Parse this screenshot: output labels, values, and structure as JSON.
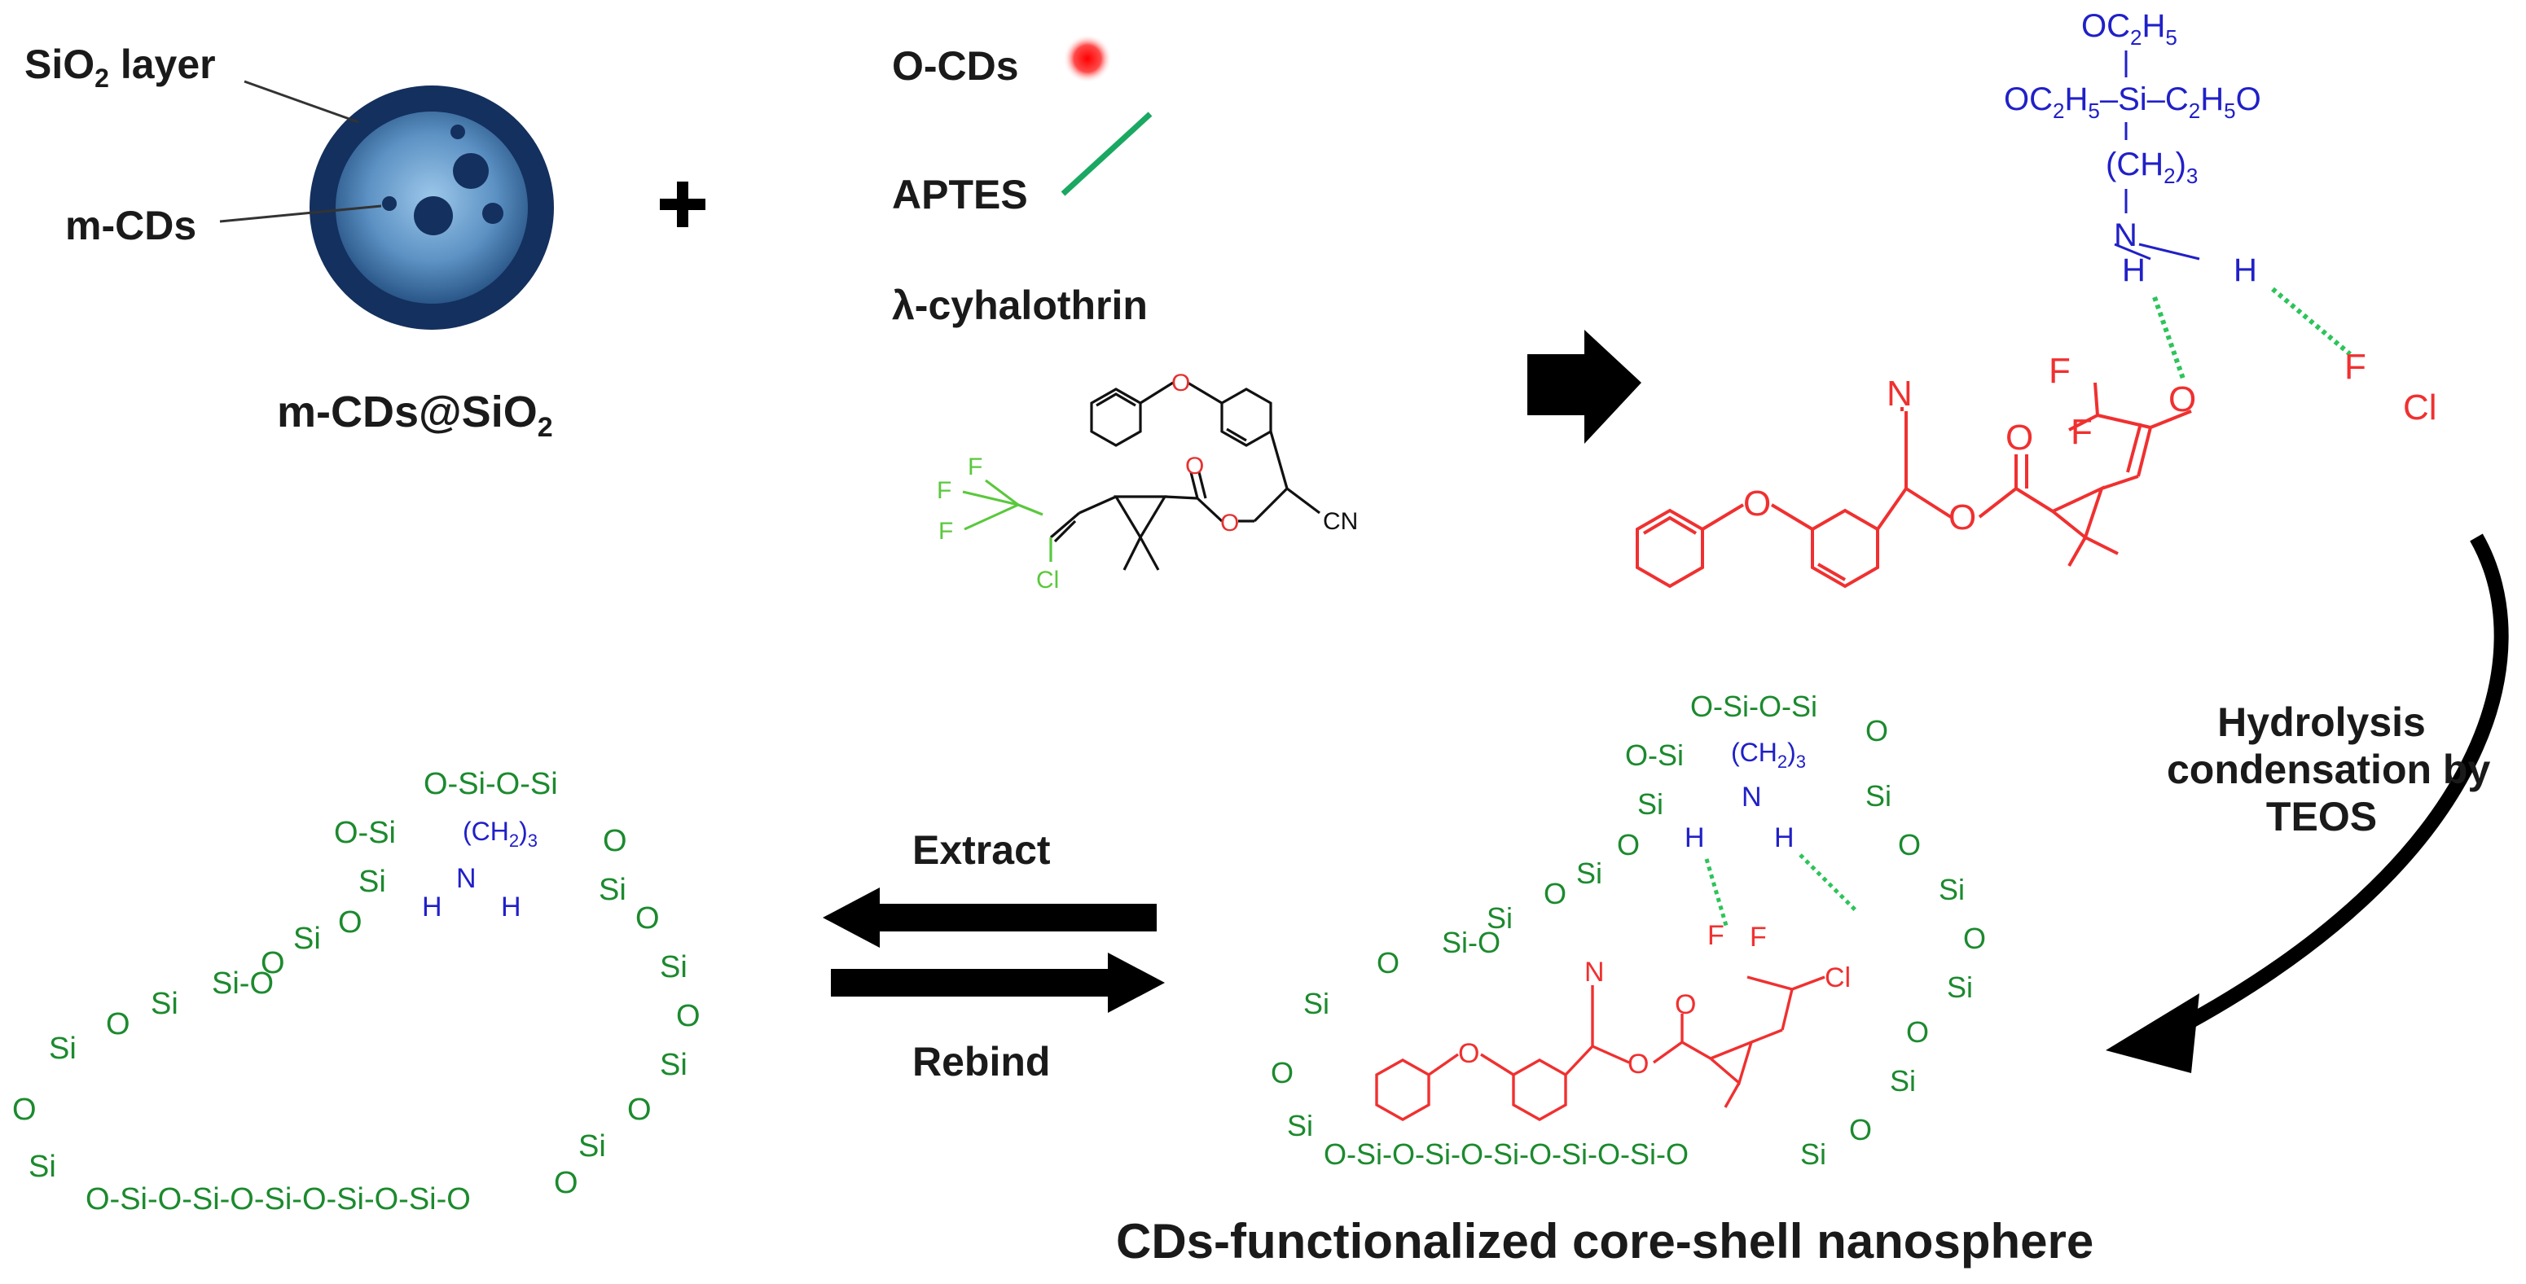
{
  "labels": {
    "sio2_layer": "SiO",
    "sio2_layer_sub": "2",
    "sio2_layer_rest": " layer",
    "mcds": "m-CDs",
    "mcds_sio2": "m-CDs@SiO",
    "mcds_sio2_sub": "2",
    "ocds": "O-CDs",
    "aptes": "APTES",
    "cyhalothrin": "λ-cyhalothrin",
    "hydrolysis_line1": "Hydrolysis",
    "hydrolysis_line2": "condensation by",
    "hydrolysis_line3": "TEOS",
    "extract": "Extract",
    "rebind": "Rebind",
    "final_title": "CDs-functionalized core-shell nanosphere",
    "plus": "+"
  },
  "chem": {
    "cl": "Cl",
    "f": "F",
    "o": "O",
    "n": "N",
    "cn": "CN",
    "h": "H",
    "si": "Si",
    "oc2h5": "OC",
    "sub2": "2",
    "sub5": "5",
    "sub3": "3",
    "c2h5o": "C",
    "ch2": "(CH"
  },
  "colors": {
    "navy": "#14305e",
    "core_light": "#7fb1d9",
    "silica_green": "#1c8a2e",
    "aptes_blue": "#2020c8",
    "analyte_red": "#f03030",
    "hbond_green": "#2cc45a",
    "cyhalothrin_green": "#5ac83c",
    "dot_red": "#ff2a2a",
    "aptes_line": "#1aa862",
    "arrow_black": "#000000"
  },
  "icons": [
    "sphere-icon",
    "red-dot-icon",
    "green-line-icon",
    "plus-icon",
    "right-arrow-icon",
    "curved-arrow-icon",
    "left-arrow-icon"
  ]
}
